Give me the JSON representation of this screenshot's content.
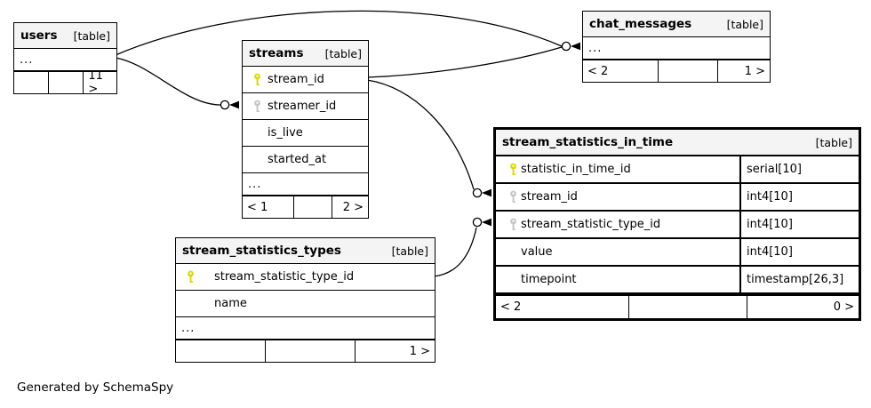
{
  "note": "Generated by SchemaSpy",
  "colors": {
    "table_header_bg": "#f4f4f4",
    "border": "#000000",
    "primary_key": "#d9d900",
    "foreign_key": "#c6c6c6",
    "background": "#ffffff"
  },
  "icons": {
    "primary_key": "primary-key-icon",
    "foreign_key": "foreign-key-icon"
  },
  "tables": [
    {
      "name": "users",
      "tag": "[table]",
      "rows": [
        {
          "name": "..."
        }
      ],
      "footer": [
        "",
        "",
        "11 >"
      ]
    },
    {
      "name": "streams",
      "tag": "[table]",
      "rows": [
        {
          "name": "stream_id",
          "key": "primary"
        },
        {
          "name": "streamer_id",
          "key": "foreign"
        },
        {
          "name": "is_live"
        },
        {
          "name": "started_at"
        },
        {
          "name": "..."
        }
      ],
      "footer": [
        "< 1",
        "",
        "2 >"
      ]
    },
    {
      "name": "chat_messages",
      "tag": "[table]",
      "rows": [
        {
          "name": "..."
        }
      ],
      "footer": [
        "< 2",
        "",
        "1 >"
      ]
    },
    {
      "name": "stream_statistics_in_time",
      "tag": "[table]",
      "emphasized": true,
      "rows": [
        {
          "name": "statistic_in_time_id",
          "key": "primary",
          "type": "serial[10]"
        },
        {
          "name": "stream_id",
          "key": "foreign",
          "type": "int4[10]"
        },
        {
          "name": "stream_statistic_type_id",
          "key": "foreign",
          "type": "int4[10]"
        },
        {
          "name": "value",
          "type": "int4[10]"
        },
        {
          "name": "timepoint",
          "type": "timestamp[26,3]"
        }
      ],
      "footer": [
        "< 2",
        "",
        "0 >"
      ]
    },
    {
      "name": "stream_statistics_types",
      "tag": "[table]",
      "rows": [
        {
          "name": "stream_statistic_type_id",
          "key": "primary"
        },
        {
          "name": "name"
        },
        {
          "name": "..."
        }
      ],
      "footer": [
        "",
        "",
        "1 >"
      ]
    }
  ],
  "relationships": [
    {
      "from": "users",
      "to": "streams.streamer_id"
    },
    {
      "from": "users",
      "to": "chat_messages"
    },
    {
      "from": "streams.stream_id",
      "to": "chat_messages"
    },
    {
      "from": "streams.stream_id",
      "to": "stream_statistics_in_time.stream_id"
    },
    {
      "from": "stream_statistics_types.stream_statistic_type_id",
      "to": "stream_statistics_in_time.stream_statistic_type_id"
    }
  ]
}
